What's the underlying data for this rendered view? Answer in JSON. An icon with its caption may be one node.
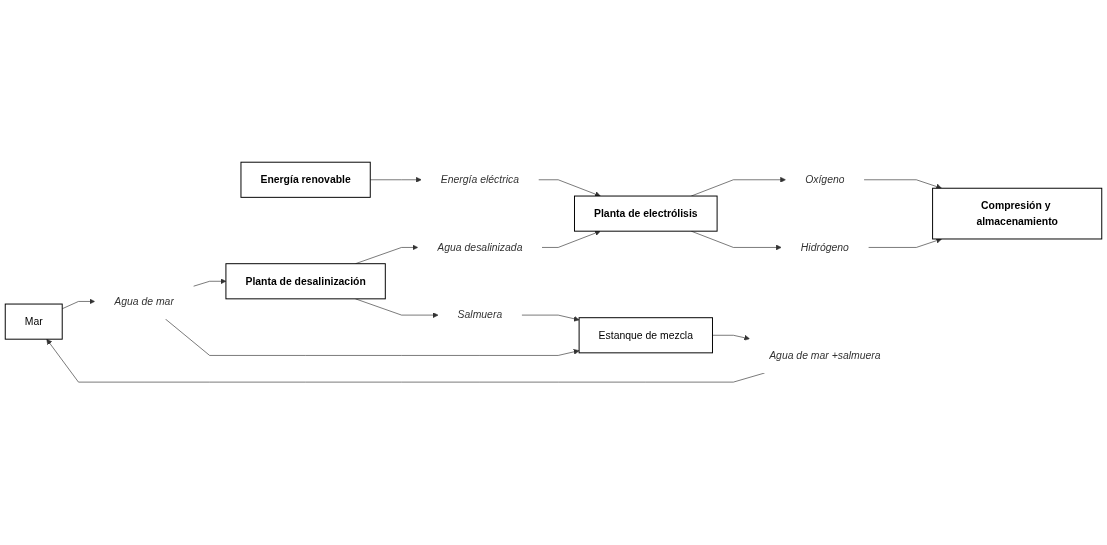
{
  "diagram": {
    "nodes": [
      {
        "text": [
          "Energía renovable"
        ]
      },
      {
        "text": [
          "Energía eléctrica"
        ]
      },
      {
        "text": [
          "Mar"
        ]
      },
      {
        "text": [
          "Agua de mar"
        ]
      },
      {
        "text": [
          "Planta de desalinización"
        ]
      },
      {
        "text": [
          "Agua desalinizada"
        ]
      },
      {
        "text": [
          "Planta de electrólisis"
        ]
      },
      {
        "text": [
          "Estanque de mezcla"
        ]
      },
      {
        "text": [
          "Salmuera"
        ]
      },
      {
        "text": [
          "Agua de mar +salmuera"
        ]
      },
      {
        "text": [
          "Oxígeno"
        ]
      },
      {
        "text": [
          "Hidrógeno"
        ]
      },
      {
        "text": [
          "Compresión y almacenamiento"
        ]
      }
    ],
    "edges": [
      {
        "from": 0,
        "to": 1,
        "arrow": "to"
      },
      {
        "from": 1,
        "to": 6,
        "arrow": "to"
      },
      {
        "from": 2,
        "to": 3,
        "arrow": "to"
      },
      {
        "from": 3,
        "to": 4,
        "arrow": "to"
      },
      {
        "from": 3,
        "to": 7,
        "arrow": "to"
      },
      {
        "from": 4,
        "to": 5,
        "arrow": "to"
      },
      {
        "from": 5,
        "to": 6,
        "arrow": "to"
      },
      {
        "from": 4,
        "to": 8,
        "arrow": "to"
      },
      {
        "from": 8,
        "to": 7,
        "arrow": "to"
      },
      {
        "from": 7,
        "to": 9,
        "arrow": "to"
      },
      {
        "from": 9,
        "to": 2,
        "arrow": "to"
      },
      {
        "from": 6,
        "to": 10,
        "arrow": "to"
      },
      {
        "from": 6,
        "to": 11,
        "arrow": "to"
      },
      {
        "from": 10,
        "to": 12,
        "arrow": "to"
      },
      {
        "from": 11,
        "to": 12,
        "arrow": "to"
      }
    ]
  }
}
